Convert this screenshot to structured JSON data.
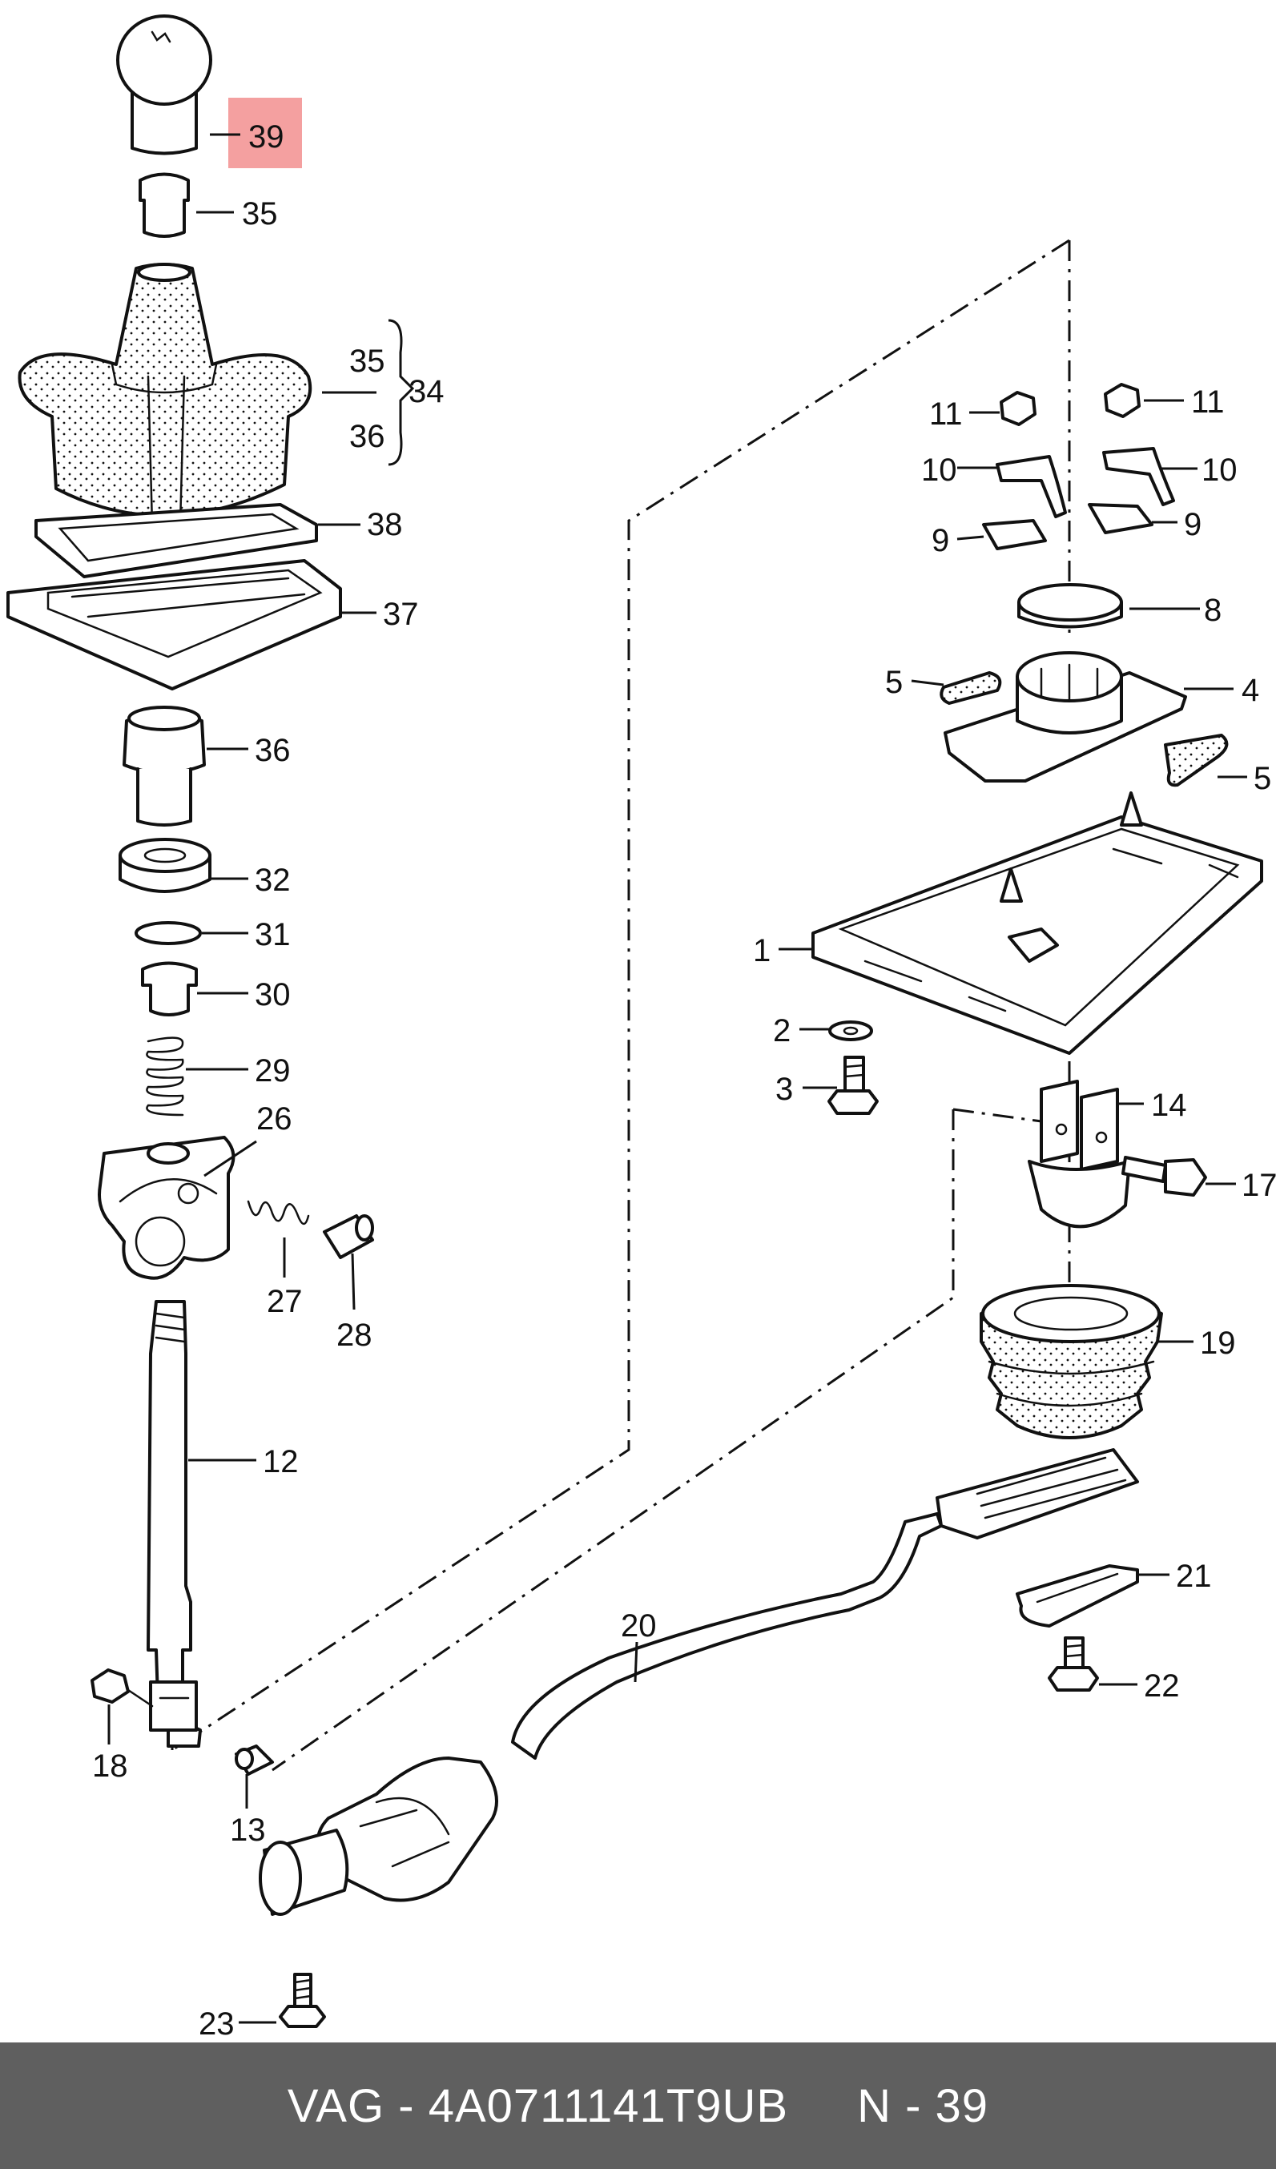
{
  "colors": {
    "highlight": "#f4a0a0",
    "ink": "#111111",
    "footer_bg": "#5f5f5f",
    "footer_text": "#ffffff"
  },
  "callouts": {
    "p39": "39",
    "p35": "35",
    "p35b": "35",
    "p34": "34",
    "p36b": "36",
    "p38": "38",
    "p37": "37",
    "p36": "36",
    "p32": "32",
    "p31": "31",
    "p30": "30",
    "p29": "29",
    "p26": "26",
    "p27": "27",
    "p28": "28",
    "p12": "12",
    "p18": "18",
    "p13": "13",
    "p23": "23",
    "p20": "20",
    "p11a": "11",
    "p11b": "11",
    "p10a": "10",
    "p10b": "10",
    "p9a": "9",
    "p9b": "9",
    "p8": "8",
    "p5a": "5",
    "p5b": "5",
    "p4": "4",
    "p1": "1",
    "p2": "2",
    "p3": "3",
    "p14": "14",
    "p17": "17",
    "p19": "19",
    "p21": "21",
    "p22": "22"
  },
  "highlighted_part": "39",
  "footer": {
    "brand": "VAG",
    "separator": "-",
    "part_number": "4A0711141T9UB",
    "ref_prefix": "N",
    "ref_value": "39"
  }
}
